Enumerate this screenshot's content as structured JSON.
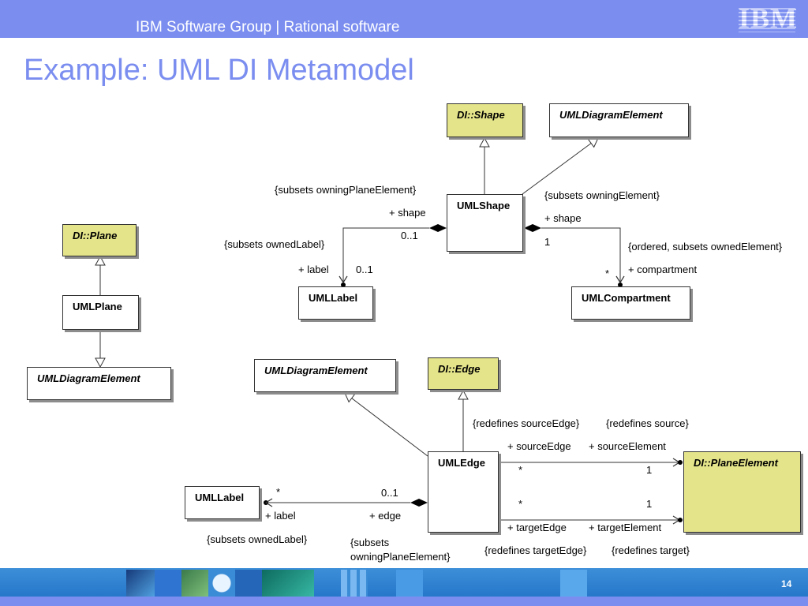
{
  "header": {
    "text": "IBM Software Group | Rational software",
    "logo": "IBM"
  },
  "title": "Example: UML DI Metamodel",
  "footer": {
    "page_number": "14"
  },
  "colors": {
    "accent": "#7b8ef0",
    "di_box": "#e4e48a",
    "footer_blue": "#2a7fd0"
  },
  "diagram": {
    "boxes": {
      "di_shape": "DI::Shape",
      "uml_diagram_element_top": "UMLDiagramElement",
      "uml_shape": "UMLShape",
      "uml_label_top": "UMLLabel",
      "uml_compartment": "UMLCompartment",
      "di_plane": "DI::Plane",
      "uml_plane": "UMLPlane",
      "uml_diagram_element_left": "UMLDiagramElement",
      "uml_diagram_element_bottom": "UMLDiagramElement",
      "di_edge": "DI::Edge",
      "uml_edge": "UMLEdge",
      "uml_label_bottom": "UMLLabel",
      "di_plane_element": "DI::PlaneElement"
    },
    "labels": {
      "subsets_owning_plane_element": "{subsets owningPlaneElement}",
      "shape_left": "+ shape",
      "mult_01_shape": "0..1",
      "subsets_owned_label": "{subsets ownedLabel}",
      "label_top": "+ label",
      "mult_01_label": "0..1",
      "subsets_owning_element": "{subsets owningElement}",
      "shape_right": "+ shape",
      "mult_1_shape": "1",
      "ordered_subsets_owned_element": "{ordered, subsets ownedElement}",
      "star_compartment": "*",
      "compartment": "+ compartment",
      "redefines_source_edge": "{redefines sourceEdge}",
      "redefines_source": "{redefines source}",
      "source_edge": "+ sourceEdge",
      "source_element": "+ sourceElement",
      "star_source": "*",
      "one_source": "1",
      "star_label_bottom": "*",
      "mult_01_edge": "0..1",
      "star_target": "*",
      "one_target": "1",
      "label_bottom": "+ label",
      "edge": "+ edge",
      "target_edge": "+ targetEdge",
      "target_element": "+ targetElement",
      "subsets_owned_label_bottom": "{subsets ownedLabel}",
      "subsets_word": "{subsets",
      "owning_plane_element_close": "owningPlaneElement}",
      "redefines_target_edge": "{redefines targetEdge}",
      "redefines_target": "{redefines target}"
    }
  }
}
